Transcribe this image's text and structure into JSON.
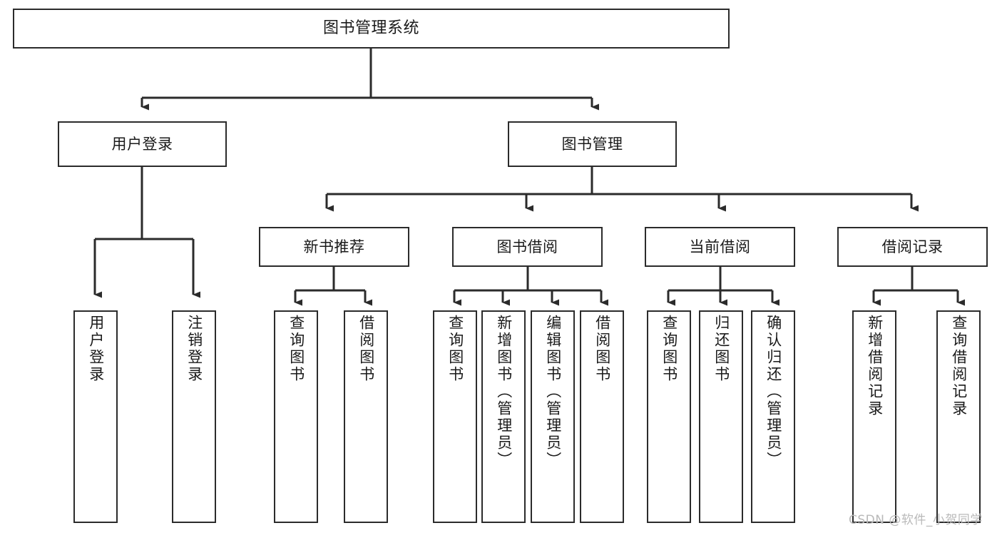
{
  "diagram": {
    "title": "图书管理系统",
    "watermark": "CSDN @软件_小贺同学",
    "stroke_color": "#2b2b2b",
    "background_color": "#ffffff",
    "nodes": {
      "root": {
        "label": "图书管理系统"
      },
      "level2": [
        {
          "label": "用户登录"
        },
        {
          "label": "图书管理"
        }
      ],
      "level3": [
        {
          "label": "新书推荐"
        },
        {
          "label": "图书借阅"
        },
        {
          "label": "当前借阅"
        },
        {
          "label": "借阅记录"
        }
      ],
      "leaves": {
        "user_login": [
          {
            "label": "用户登录"
          },
          {
            "label": "注销登录"
          }
        ],
        "new_book_recommend": [
          {
            "label": "查询图书"
          },
          {
            "label": "借阅图书"
          }
        ],
        "book_borrow": [
          {
            "label": "查询图书"
          },
          {
            "label": "新增图书（管理员）"
          },
          {
            "label": "编辑图书（管理员）"
          },
          {
            "label": "借阅图书"
          }
        ],
        "current_borrow": [
          {
            "label": "查询图书"
          },
          {
            "label": "归还图书"
          },
          {
            "label": "确认归还（管理员）"
          }
        ],
        "borrow_record": [
          {
            "label": "新增借阅记录"
          },
          {
            "label": "查询借阅记录"
          }
        ]
      }
    }
  }
}
